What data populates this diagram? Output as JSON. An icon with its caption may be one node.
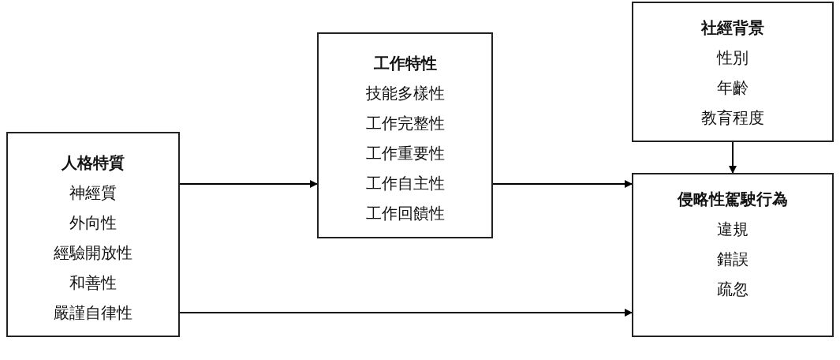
{
  "diagram": {
    "nodes": [
      {
        "text": [
          "人格特質",
          "神經質",
          "外向性",
          "經驗開放性",
          "和善性",
          "嚴謹自律性"
        ]
      },
      {
        "text": [
          "工作特性",
          "技能多樣性",
          "工作完整性",
          "工作重要性",
          "工作自主性",
          "工作回饋性"
        ]
      },
      {
        "text": [
          "社經背景",
          "性別",
          "年齡",
          "教育程度"
        ]
      },
      {
        "text": [
          "侵略性駕駛行為",
          "違規",
          "錯誤",
          "疏忽"
        ]
      }
    ],
    "edges": [
      {
        "from": 0,
        "to": 1,
        "arrow": "to"
      },
      {
        "from": 1,
        "to": 3,
        "arrow": "to"
      },
      {
        "from": 0,
        "to": 3,
        "arrow": "to"
      },
      {
        "from": 2,
        "to": 3,
        "arrow": "to"
      }
    ]
  }
}
